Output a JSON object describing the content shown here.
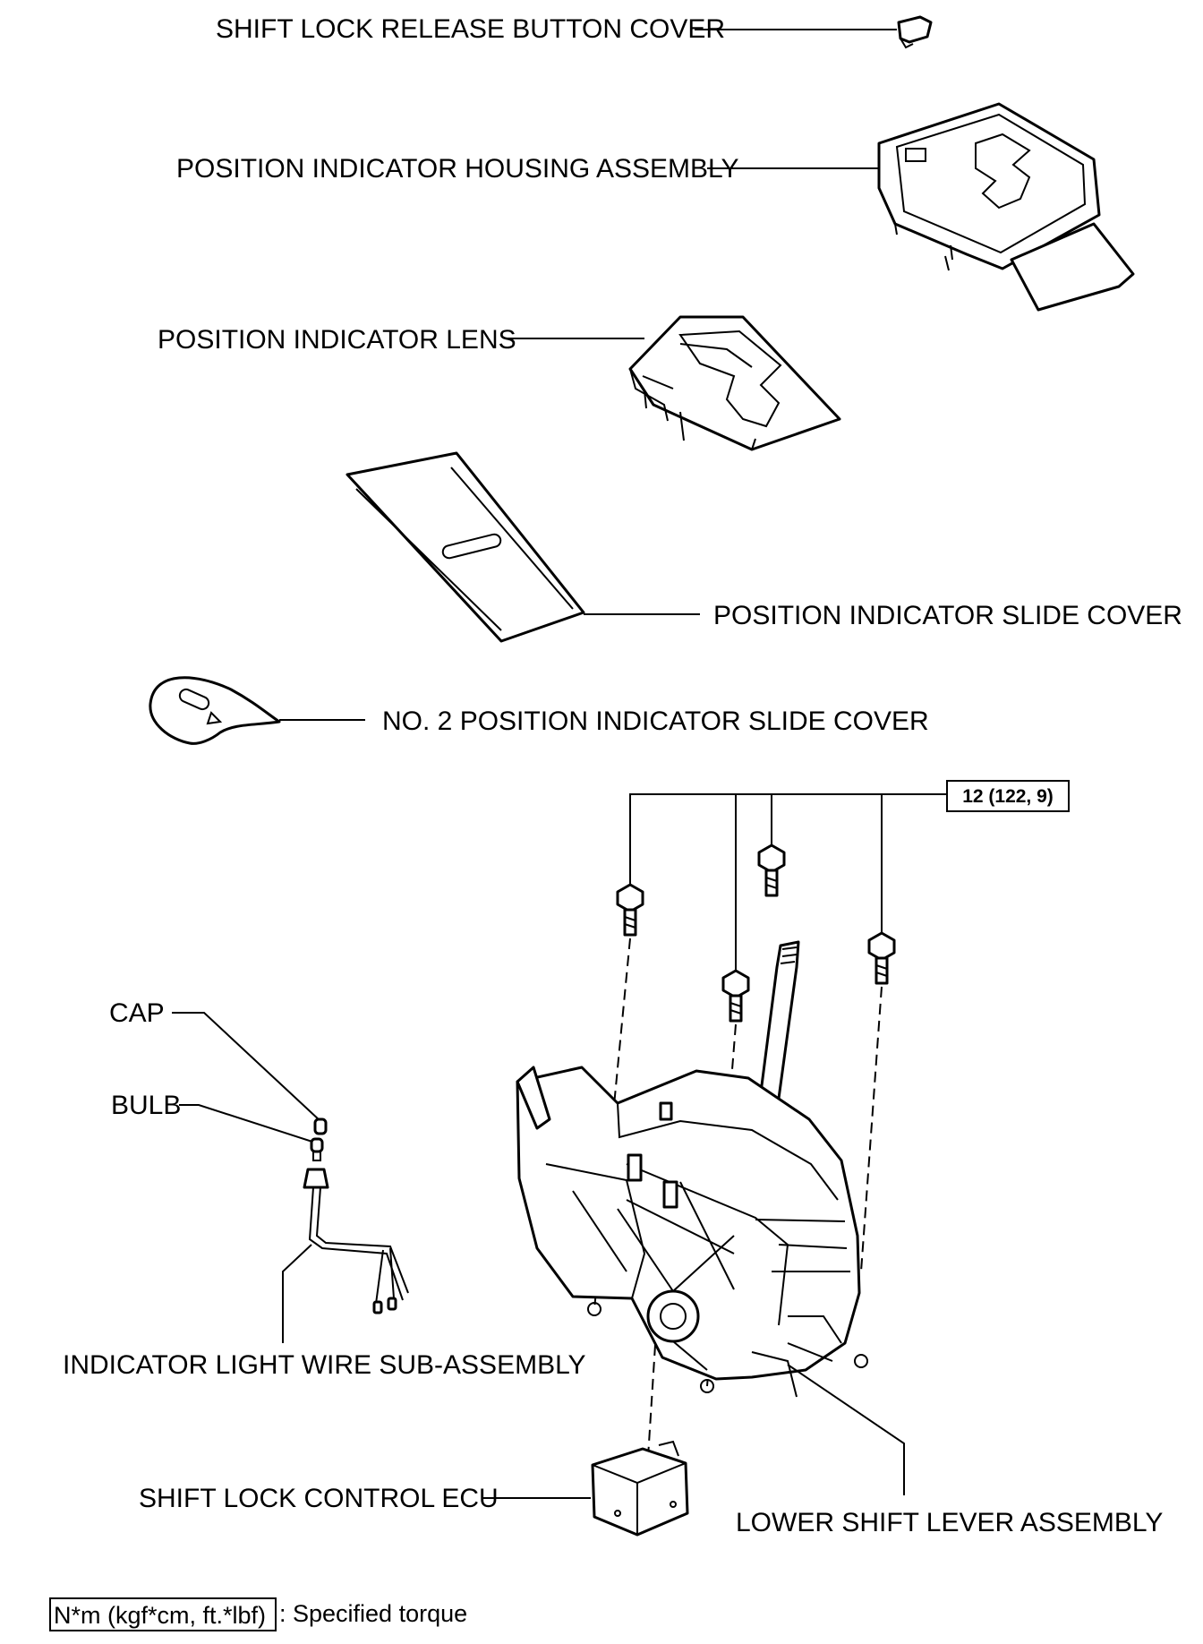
{
  "labels": {
    "shift_lock_release_button_cover": "SHIFT LOCK RELEASE BUTTON COVER",
    "position_indicator_housing_assembly": "POSITION INDICATOR HOUSING ASSEMBLY",
    "position_indicator_lens": "POSITION INDICATOR LENS",
    "position_indicator_slide_cover": "POSITION INDICATOR SLIDE COVER",
    "no2_position_indicator_slide_cover": "NO. 2 POSITION INDICATOR SLIDE COVER",
    "cap": "CAP",
    "bulb": "BULB",
    "indicator_light_wire_sub_assembly": "INDICATOR LIGHT WIRE SUB-ASSEMBLY",
    "shift_lock_control_ecu": "SHIFT LOCK CONTROL ECU",
    "lower_shift_lever_assembly": "LOWER SHIFT LEVER ASSEMBLY"
  },
  "torque_spec": "12 (122, 9)",
  "legend": {
    "box_text": "N*m (kgf*cm, ft.*lbf)",
    "description": ": Specified torque"
  }
}
